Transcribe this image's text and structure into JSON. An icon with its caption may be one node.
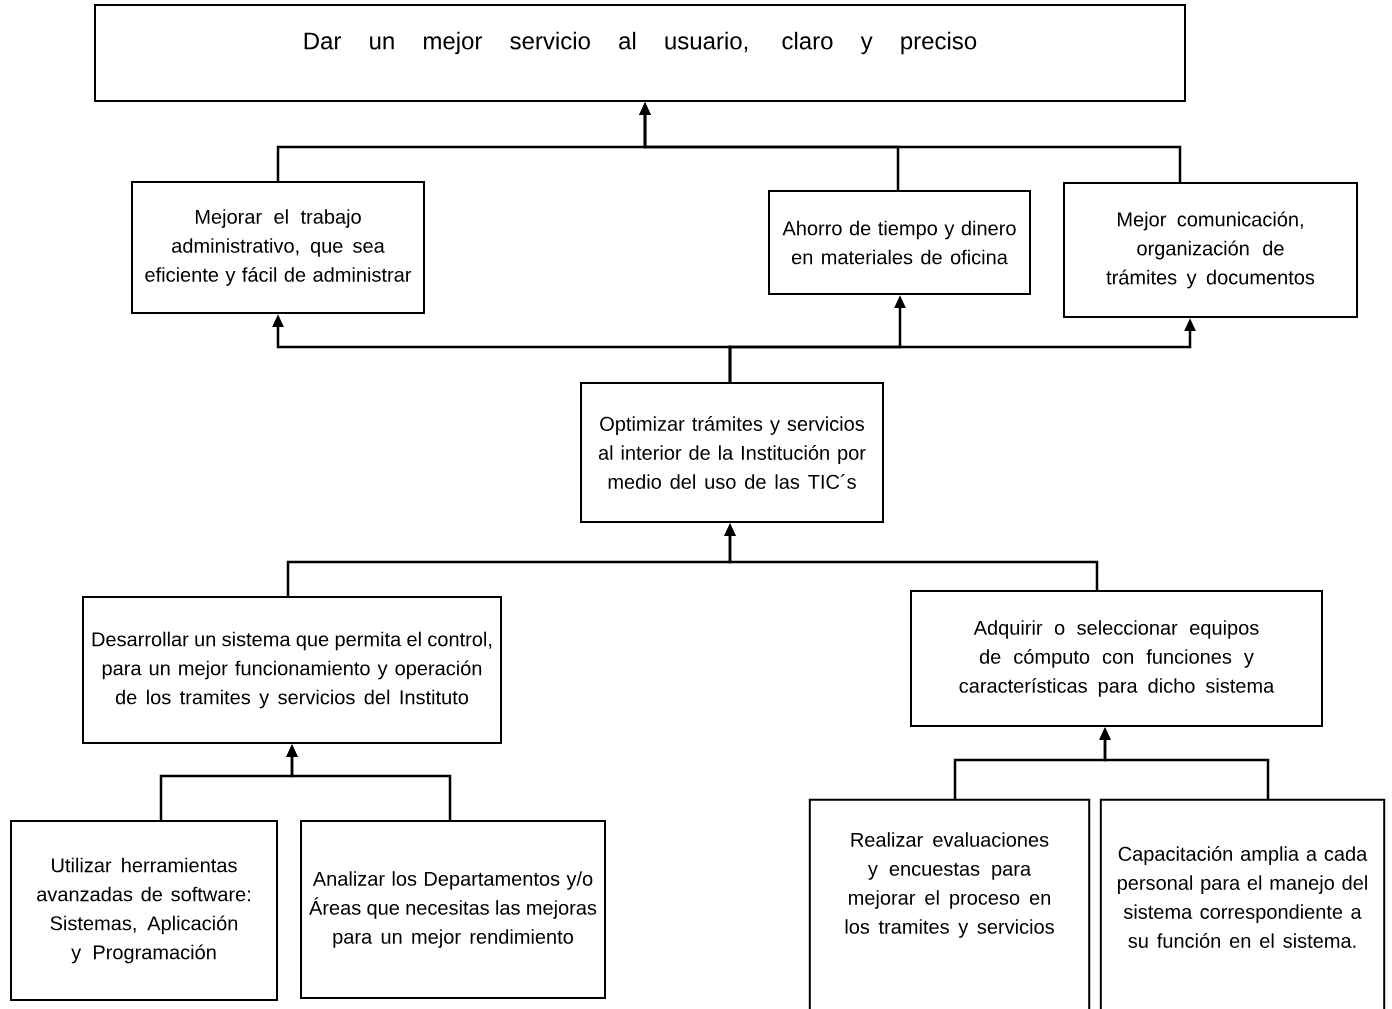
{
  "diagram": {
    "nodes": [
      {
        "text": [
          "Dar un mejor servicio al usuario, claro y preciso"
        ]
      },
      {
        "text": [
          "Mejorar el trabajo administrativo, que sea eficiente y fácil de administrar"
        ]
      },
      {
        "text": [
          "Ahorro de tiempo y dinero en materiales de oficina"
        ]
      },
      {
        "text": [
          "Mejor comunicación, organización de trámites y documentos"
        ]
      },
      {
        "text": [
          "Optimizar trámites y servicios al interior de la Institución por medio del uso de las TIC´s"
        ]
      },
      {
        "text": [
          "Desarrollar un sistema que permita el control, para un mejor funcionamiento y operación de los tramites y servicios del Instituto"
        ]
      },
      {
        "text": [
          "Adquirir o seleccionar equipos de cómputo con funciones y características para dicho sistema"
        ]
      },
      {
        "text": [
          "Utilizar herramientas avanzadas de software: Sistemas, Aplicación y Programación"
        ]
      },
      {
        "text": [
          "Analizar los Departamentos y/o Áreas que necesitas las mejoras para un mejor rendimiento"
        ]
      },
      {
        "text": [
          "Realizar evaluaciones y encuestas para mejorar el proceso en los tramites y servicios"
        ]
      },
      {
        "text": [
          "Capacitación amplia a cada personal para el manejo del sistema correspondiente a su función en el sistema."
        ]
      }
    ],
    "edges": [
      {
        "from": 1,
        "to": 0,
        "arrow": "to"
      },
      {
        "from": 2,
        "to": 0,
        "arrow": "to"
      },
      {
        "from": 3,
        "to": 0,
        "arrow": "to"
      },
      {
        "from": 4,
        "to": 1,
        "arrow": "to"
      },
      {
        "from": 4,
        "to": 2,
        "arrow": "to"
      },
      {
        "from": 4,
        "to": 3,
        "arrow": "to"
      },
      {
        "from": 5,
        "to": 4,
        "arrow": "to"
      },
      {
        "from": 6,
        "to": 4,
        "arrow": "to"
      },
      {
        "from": 7,
        "to": 5,
        "arrow": "to"
      },
      {
        "from": 8,
        "to": 5,
        "arrow": "to"
      },
      {
        "from": 9,
        "to": 6,
        "arrow": "to"
      },
      {
        "from": 10,
        "to": 6,
        "arrow": "to"
      }
    ]
  }
}
